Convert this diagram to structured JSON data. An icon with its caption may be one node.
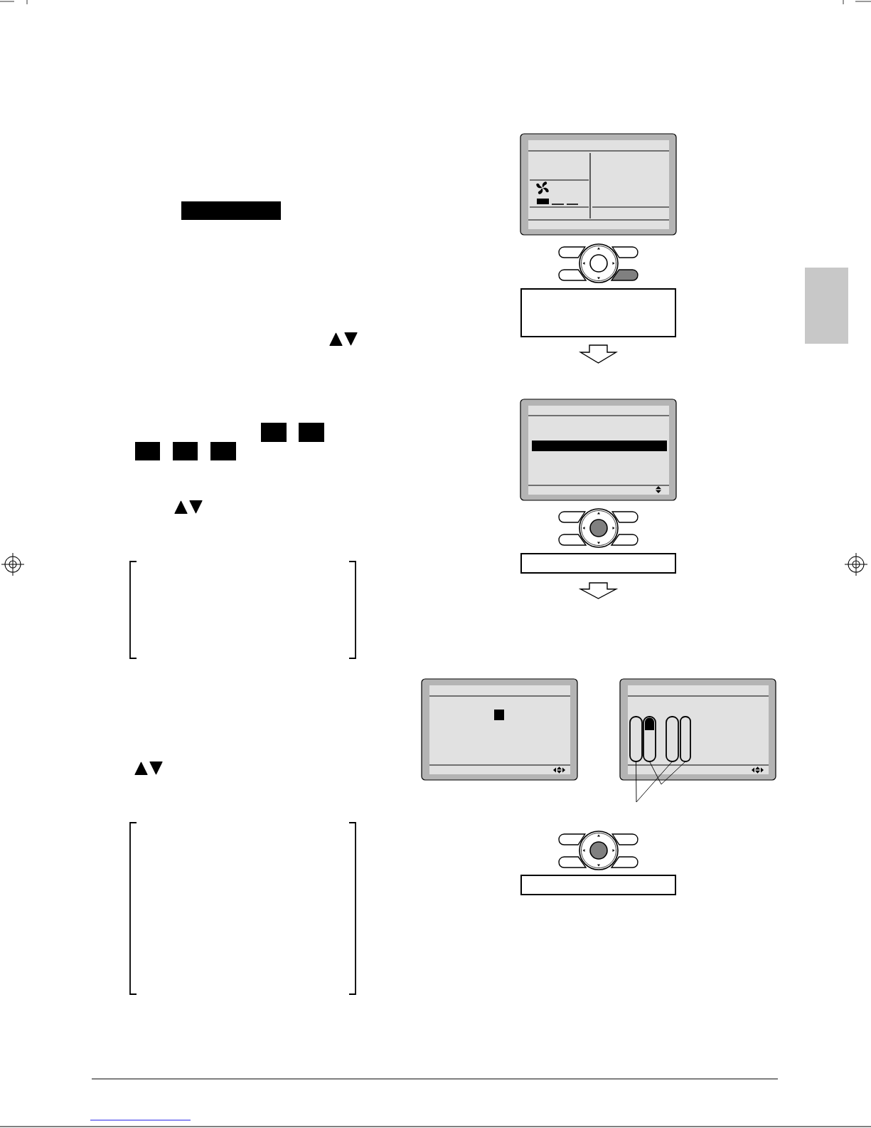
{
  "diagram": {
    "nodes": [
      {
        "text": [],
        "shape": "screen"
      },
      {
        "text": [],
        "shape": "bar"
      },
      {
        "text": [],
        "shape": "box"
      },
      {
        "text": [],
        "shape": "box"
      },
      {
        "text": [],
        "shape": "screen"
      },
      {
        "text": [],
        "shape": "box"
      },
      {
        "text": [],
        "shape": "screen"
      },
      {
        "text": [],
        "shape": "screen"
      },
      {
        "text": [],
        "shape": "bar",
        "in": 7
      },
      {
        "text": [],
        "shape": "bar",
        "in": 7
      },
      {
        "text": [],
        "shape": "bar",
        "in": 7
      },
      {
        "text": [],
        "shape": "bar",
        "in": 7
      },
      {
        "text": [],
        "shape": "box"
      }
    ],
    "edges": [
      {
        "from": 3,
        "to": 4,
        "arrow": "to"
      },
      {
        "from": 5,
        "to": null,
        "arrow": "to"
      },
      {
        "from": null,
        "to": 8,
        "arrow": "none"
      },
      {
        "from": null,
        "to": 10,
        "arrow": "none"
      },
      {
        "from": null,
        "to": 9,
        "arrow": "none"
      },
      {
        "from": null,
        "to": 11,
        "arrow": "none"
      }
    ]
  }
}
